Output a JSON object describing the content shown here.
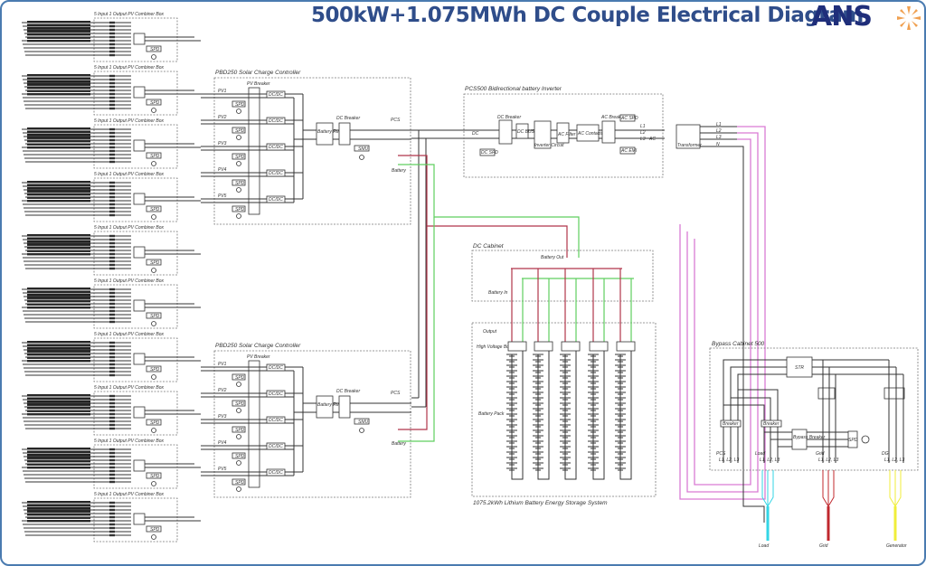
{
  "title": "500kW+1.075MWh DC Couple Electrical Diagram",
  "logo": {
    "text": "ANS",
    "icon": "star-burst-logo-icon",
    "text_color": "#1f2e7a",
    "icon_color": "#f0a050"
  },
  "combiner_boxes": {
    "label": "5 Input 1 Output PV Combiner Box",
    "count": 10,
    "spd_label": "SPD",
    "dc_symbol": "DC"
  },
  "charge_controllers": [
    {
      "label": "PBD250  Solar Charge Controller",
      "pv_breaker_label": "PV Breaker",
      "inputs": [
        "PV1",
        "PV2",
        "PV3",
        "PV4",
        "PV5"
      ],
      "converter_label": "DC/DC",
      "spd_label": "SPD",
      "battery_relay_label": "Battery Relay",
      "dc_breaker_label": "DC Breaker",
      "smu_label": "SMU",
      "pcs_label": "PCS",
      "battery_label": "Battery"
    },
    {
      "label": "PBD250  Solar Charge Controller",
      "pv_breaker_label": "PV Breaker",
      "inputs": [
        "PV1",
        "PV2",
        "PV3",
        "PV4",
        "PV5"
      ],
      "converter_label": "DC/DC",
      "spd_label": "SPD",
      "battery_relay_label": "Battery Relay",
      "dc_breaker_label": "DC Breaker",
      "smu_label": "SMU",
      "pcs_label": "PCS",
      "battery_label": "Battery"
    }
  ],
  "inverter": {
    "label": "PCS500 Bidirectional battery Inverter",
    "dc_label": "DC",
    "dc_breaker": "DC Breaker",
    "dc_spd": "DC SPD",
    "dc_bus": "DC BUS",
    "inverter_circuit": "Inverter Circuit",
    "ac_filter": "AC Filter",
    "ac_contactor": "AC Contactor",
    "ac_breaker": "AC Breaker",
    "ac_spd": "AC SPD",
    "ac_emi": "AC EMI",
    "phases": [
      "L1",
      "L2",
      "L3"
    ],
    "ac_label": "AC"
  },
  "transformer": {
    "label": "Transformer",
    "outputs": [
      "L1",
      "L2",
      "L3",
      "N"
    ]
  },
  "dc_cabinet": {
    "label": "DC Cabinet",
    "battery_out": "Battery Out",
    "battery_in": "Battery In"
  },
  "ess": {
    "label": "1075.2kWh Lithium Battery Energy Storage System",
    "output_label": "Output",
    "hv_box_label": "High Voltage Box",
    "battery_pack_label": "Battery Pack",
    "rack_count": 5
  },
  "bypass_cabinet": {
    "label": "Bypass Cabinet 500",
    "str_label": "STR",
    "breaker_label": "Breaker",
    "bypass_breaker_label": "Bypass Breaker",
    "spd_label": "SPD",
    "ports": [
      {
        "name": "PCS",
        "phases": "L1, L2, L3"
      },
      {
        "name": "Load",
        "phases": "L1, L2, L3"
      },
      {
        "name": "Grid",
        "phases": "L1, L2, L3"
      },
      {
        "name": "DG",
        "phases": "L1, L2, L3"
      }
    ]
  },
  "outputs": [
    {
      "label": "Load",
      "color": "#33d6e6"
    },
    {
      "label": "Grid",
      "color": "#c0282e"
    },
    {
      "label": "Generator",
      "color": "#f0ee3a"
    }
  ],
  "colors": {
    "positive": "#b0354a",
    "negative": "#5fcf5f",
    "ac_bus": "#d97bd4",
    "frame": "#4a7bb0",
    "title": "#2f4d8a"
  }
}
